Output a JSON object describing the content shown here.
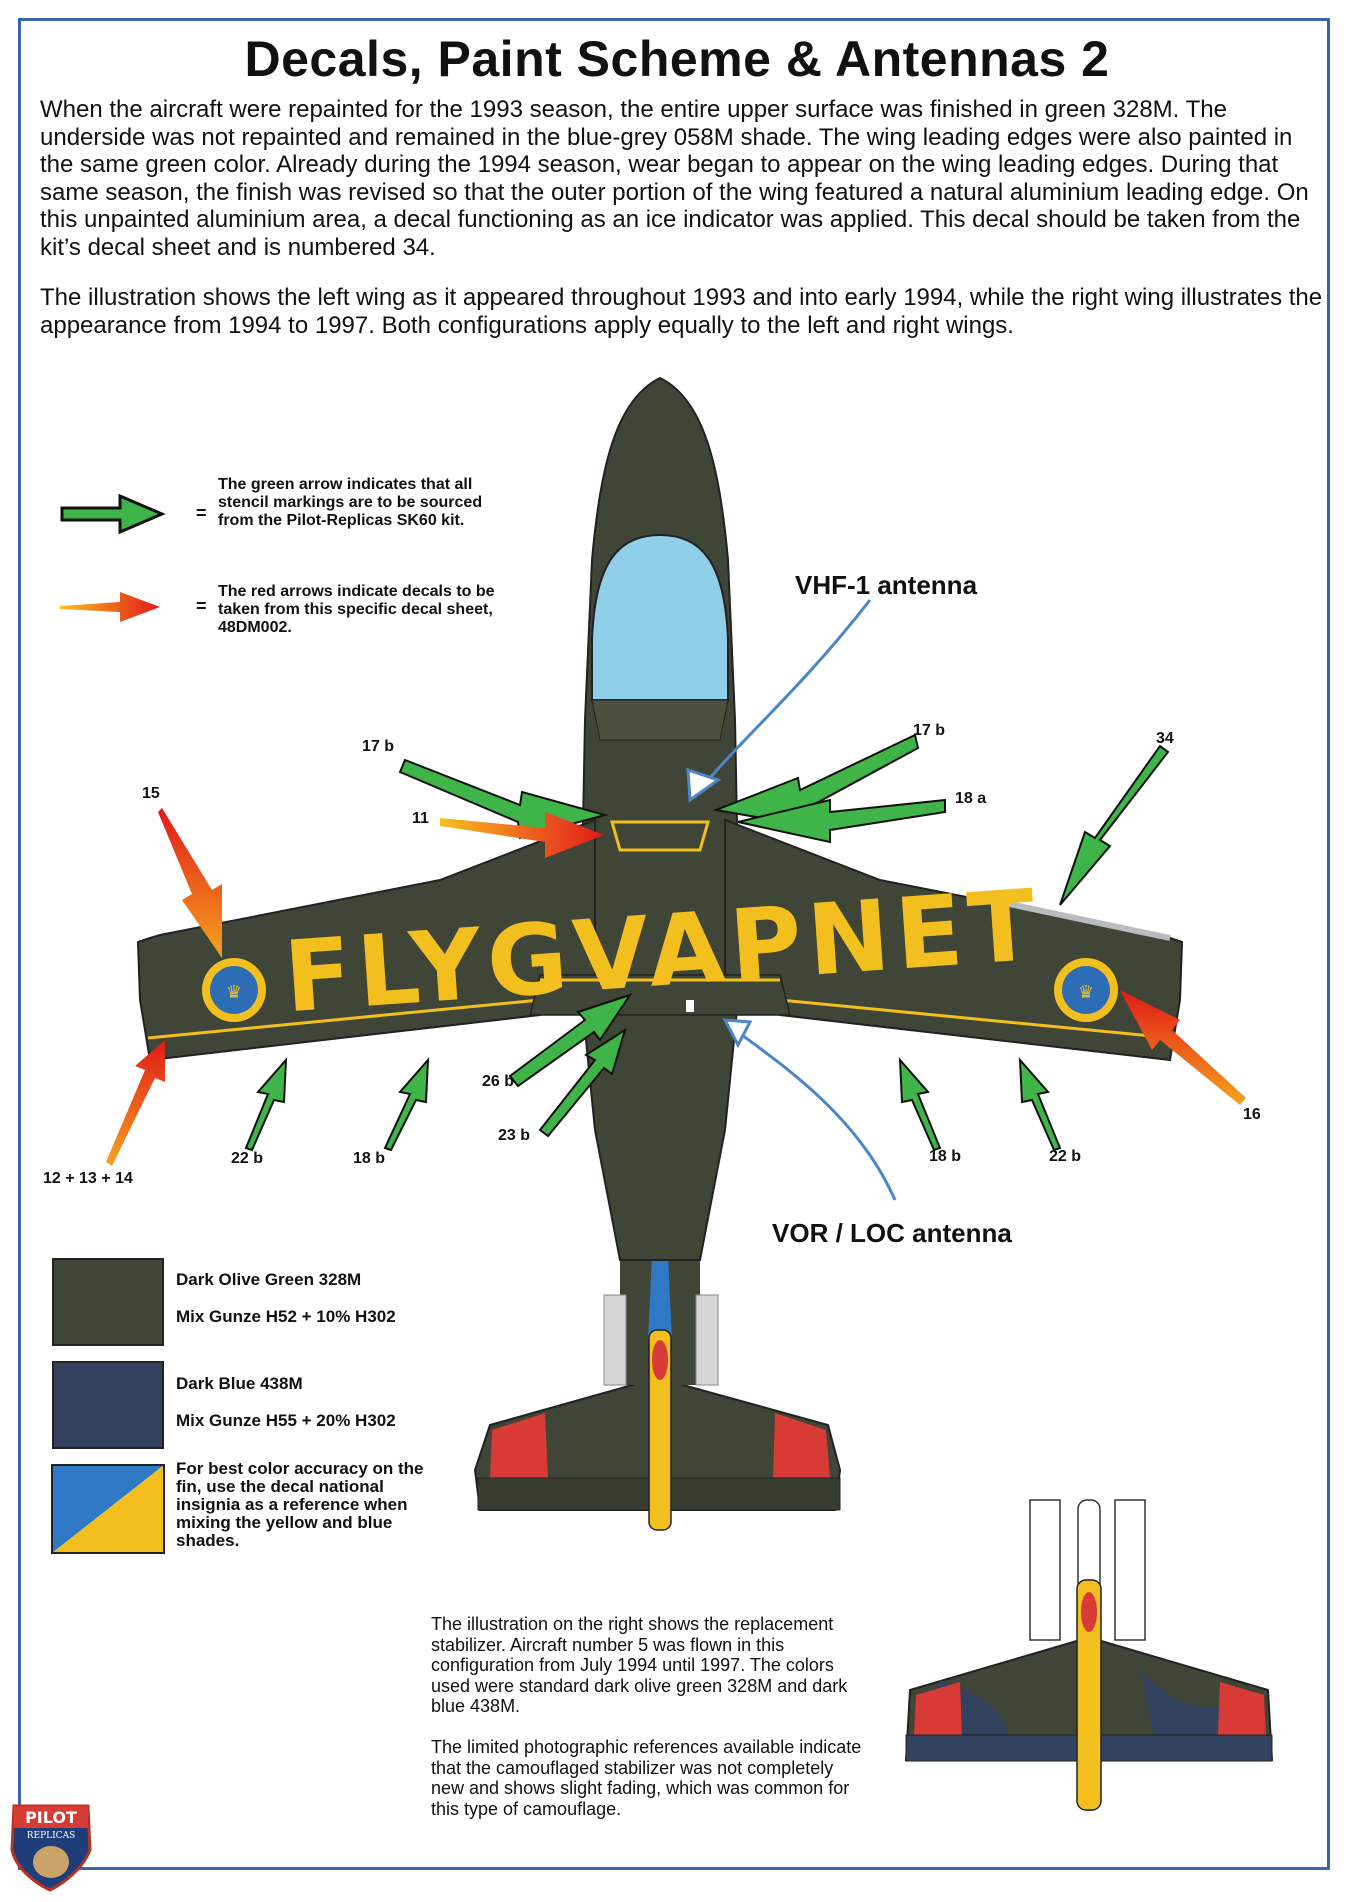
{
  "title": "Decals, Paint Scheme & Antennas 2",
  "paragraphs": [
    "When the aircraft were repainted for the 1993 season, the entire upper surface was finished in green 328M. The underside was not repainted and remained in the blue-grey 058M shade. The wing leading edges were also painted in the same green color. Already during the 1994 season, wear began to appear on the wing leading edges. During that same season, the finish was revised so that the outer portion of the wing featured a natural aluminium leading edge. On this unpainted aluminium area, a decal functioning as an ice indicator was applied. This decal should be taken from the kit’s decal sheet and is numbered 34.",
    "The illustration shows the left wing as it appeared throughout 1993 and into early 1994, while the right wing illustrates the appearance from 1994 to 1997. Both configurations apply equally to the left and right wings."
  ],
  "legend": {
    "green_arrow": "The green arrow indicates that all stencil markings are to be sourced from the Pilot-Replicas SK60 kit.",
    "red_arrow": "The red arrows indicate decals to be taken from this specific decal sheet, 48DM002.",
    "equals": "="
  },
  "antennas": {
    "vhf": "VHF-1 antenna",
    "vor": "VOR / LOC antenna"
  },
  "callouts": {
    "c15": "15",
    "c17b_left": "17 b",
    "c11": "11",
    "c17b_right": "17 b",
    "c18a": "18 a",
    "c34": "34",
    "c16": "16",
    "c12_13_14": "12 + 13 + 14",
    "c22b_left": "22 b",
    "c18b_left": "18 b",
    "c26b": "26 b",
    "c23b": "23 b",
    "c18b_right": "18 b",
    "c22b_right": "22 b"
  },
  "wing_text": "FLYGVAPNET",
  "swatches": [
    {
      "name": "Dark Olive Green 328M",
      "mix": "Mix Gunze H52 + 10% H302",
      "color": "#3f4537"
    },
    {
      "name": "Dark Blue 438M",
      "mix": "Mix Gunze H55 + 20% H302",
      "color": "#33435f"
    }
  ],
  "fin_note": "For best color accuracy on the fin, use the decal national insignia as a reference when mixing the yellow and blue shades.",
  "stabilizer_notes": [
    "The illustration on the right shows the replacement stabilizer. Aircraft number 5 was flown in this configuration from July 1994 until 1997. The colors used were standard dark olive green 328M and dark blue 438M.",
    "The limited photographic references available indicate that the camouflaged stabilizer was not completely new and shows slight fading, which was common for this type of camouflage."
  ],
  "logo": {
    "line1": "PILOT",
    "line2": "REPLICAS"
  },
  "colors": {
    "olive": "#3f4537",
    "yellow": "#f2bf1e",
    "green_arrow": "#3fb449",
    "red_arrow": "#e02020",
    "canopy": "#8fcfea",
    "frame_blue": "#3a66a8",
    "dark_blue": "#33435f",
    "red_panel": "#d83a35"
  }
}
